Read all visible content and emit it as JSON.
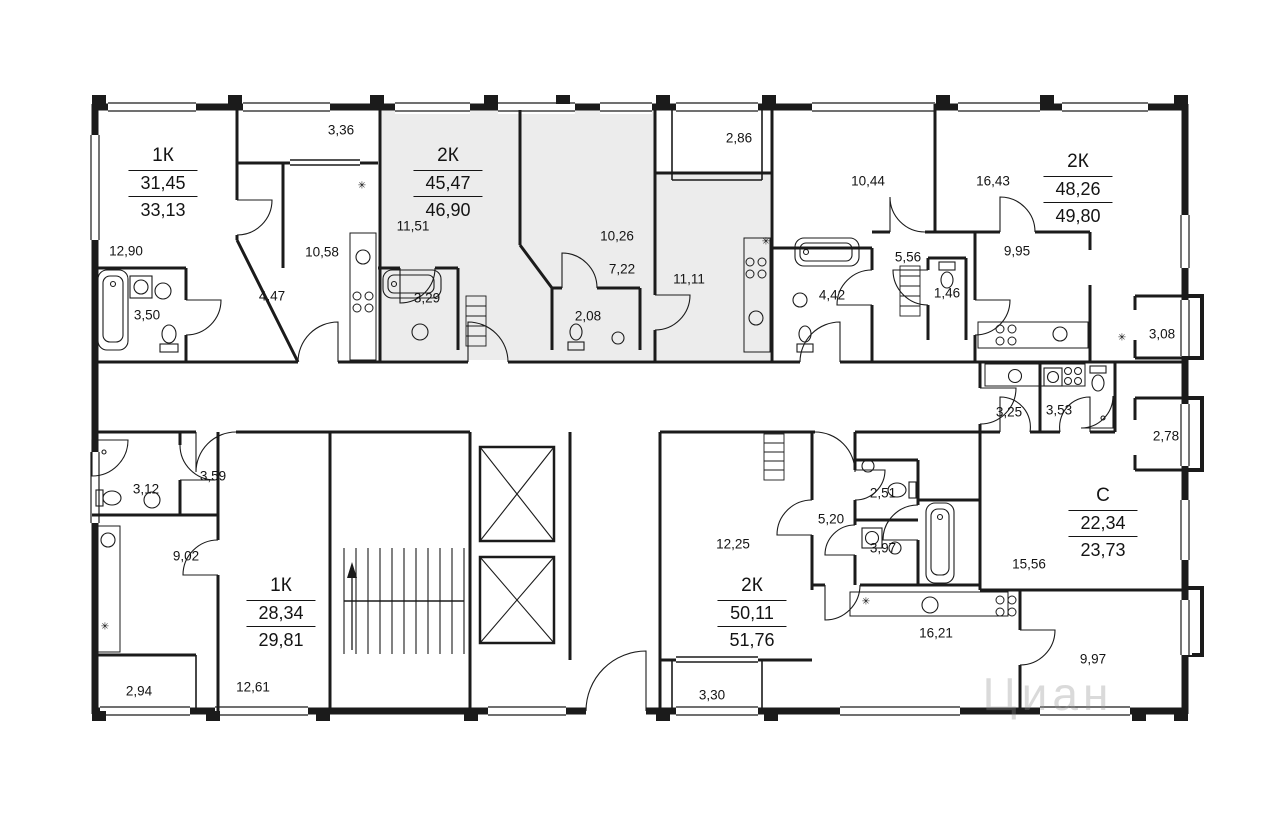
{
  "watermark": "Циан",
  "marks": {
    "asterisk": "✳"
  },
  "apartments": [
    {
      "type": "1К",
      "area_main": "31,45",
      "area_total": "33,13"
    },
    {
      "type": "2К",
      "area_main": "45,47",
      "area_total": "46,90"
    },
    {
      "type": "2К",
      "area_main": "48,26",
      "area_total": "49,80"
    },
    {
      "type": "1К",
      "area_main": "28,34",
      "area_total": "29,81"
    },
    {
      "type": "2К",
      "area_main": "50,11",
      "area_total": "51,76"
    },
    {
      "type": "С",
      "area_main": "22,34",
      "area_total": "23,73"
    }
  ],
  "rooms": [
    {
      "label": "12,90"
    },
    {
      "label": "3,50"
    },
    {
      "label": "4,47"
    },
    {
      "label": "10,58"
    },
    {
      "label": "3,36"
    },
    {
      "label": "11,51"
    },
    {
      "label": "3,29"
    },
    {
      "label": "2,08"
    },
    {
      "label": "10,26"
    },
    {
      "label": "7,22"
    },
    {
      "label": "11,11"
    },
    {
      "label": "2,86"
    },
    {
      "label": "10,44"
    },
    {
      "label": "4,42"
    },
    {
      "label": "5,56"
    },
    {
      "label": "1,46"
    },
    {
      "label": "16,43"
    },
    {
      "label": "9,95"
    },
    {
      "label": "3,08"
    },
    {
      "label": "3,25"
    },
    {
      "label": "3,53"
    },
    {
      "label": "2,78"
    },
    {
      "label": "3,12"
    },
    {
      "label": "3,59"
    },
    {
      "label": "9,02"
    },
    {
      "label": "2,94"
    },
    {
      "label": "12,61"
    },
    {
      "label": "12,25"
    },
    {
      "label": "3,30"
    },
    {
      "label": "2,51"
    },
    {
      "label": "5,20"
    },
    {
      "label": "3,97"
    },
    {
      "label": "16,21"
    },
    {
      "label": "15,56"
    },
    {
      "label": "9,97"
    }
  ]
}
